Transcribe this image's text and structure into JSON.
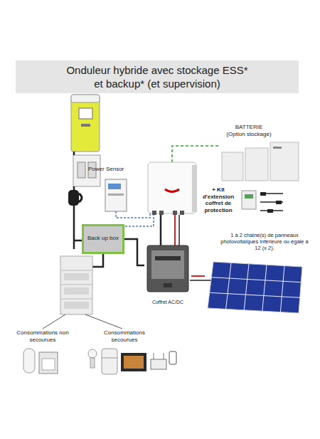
{
  "diagram": {
    "title": "Onduleur hybride avec stockage ESS* et backup* (et supervision)",
    "nodes": [
      {
        "text": [
          "Power Sensor"
        ]
      },
      {
        "text": [
          "BATTERIE",
          "(Option stockage)"
        ]
      },
      {
        "text": [
          "Back up box"
        ]
      },
      {
        "text": [
          "Coffret AC/DC"
        ]
      },
      {
        "text": [
          "1 à 2 chaîne(s) de panneaux photovoltaïques inférieure ou égale à 12 (x 2)."
        ]
      }
    ],
    "edges": [
      {
        "from": 2,
        "to": 3,
        "arrow": "none"
      },
      {
        "from": 3,
        "to": 4,
        "arrow": "none"
      }
    ],
    "labels": [
      "+ Kit d'extension coffret de protection",
      "Consommations non secourues",
      "Consommations secourues"
    ]
  }
}
